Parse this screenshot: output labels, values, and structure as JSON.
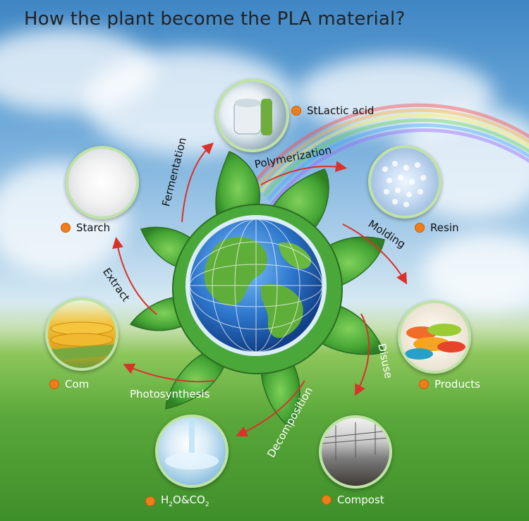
{
  "title": "How the plant become the PLA material?",
  "nodes": {
    "lactic_acid": "StLactic acid",
    "resin": "Resin",
    "products": "Products",
    "compost": "Compost",
    "h2o_co2": {
      "a": "H",
      "sub1": "2",
      "b": "O&CO",
      "sub2": "2"
    },
    "corn": "Com",
    "starch": "Starch"
  },
  "steps": {
    "fermentation": "Fermentation",
    "polymerization": "Polymerization",
    "molding": "Molding",
    "disuse": "Disuse",
    "decomposition": "Decomposition",
    "photosynthesis": "Photosynthesis",
    "extract": "Extract"
  },
  "colors": {
    "dot": "#ef7d1a",
    "arrow": "#d8322a",
    "leaf": "#4fae3c",
    "ring": "#bfe3a6"
  }
}
